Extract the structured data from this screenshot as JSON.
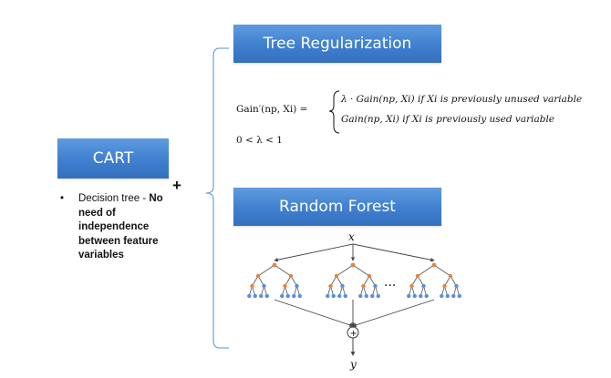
{
  "cart": {
    "title": "CART",
    "bullet_symbol": "•",
    "bullet_intro": "Decision tree -",
    "bullet_emphasis": "No need of independence between feature variables"
  },
  "connector": {
    "plus": "+"
  },
  "tree_regularization": {
    "title": "Tree Regularization",
    "formula_lhs": "Gain′(np, Xi) =",
    "case1": "λ · Gain(np, Xi) if Xi is previously unused variable",
    "case2": "Gain(np, Xi) if Xi is previously used variable",
    "constraint": "0 < λ < 1"
  },
  "random_forest": {
    "title": "Random Forest",
    "input_label": "x",
    "ellipsis": "···",
    "combine_symbol": "+",
    "output_label": "y",
    "colors": {
      "split_node": "#e8823a",
      "leaf_node": "#5b8fd6",
      "arrow": "#444444"
    }
  }
}
